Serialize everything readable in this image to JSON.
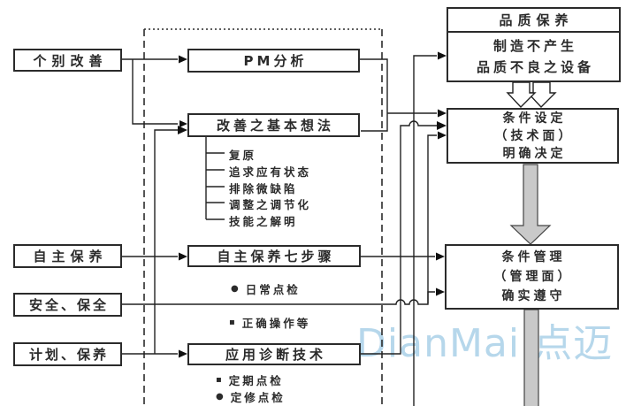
{
  "watermark": {
    "text": "DianMai 点迈",
    "color": "#b6d7eb"
  },
  "colors": {
    "line": "#222222",
    "box_border": "#2b2b2b",
    "gray_arrow_fill": "#c9c9c9",
    "watermark_blue": "#b6d7eb"
  },
  "left_boxes": [
    {
      "label": "个别改善"
    },
    {
      "label": "自主保养"
    },
    {
      "label": "安全、保全"
    },
    {
      "label": "计划、保养"
    }
  ],
  "middle_boxes": [
    {
      "label": "PM分析"
    },
    {
      "label": "改善之基本想法"
    },
    {
      "label": "自主保养七步骤"
    },
    {
      "label": "应用诊断技术"
    }
  ],
  "improvement_principles": [
    "复原",
    "追求应有状态",
    "排除微缺陷",
    "调整之调节化",
    "技能之解明"
  ],
  "notes": [
    {
      "marker": "●",
      "label": "日常点检"
    },
    {
      "marker": "▪",
      "label": "正确操作等"
    },
    {
      "marker": "▪",
      "label": "定期点检"
    },
    {
      "marker": "●",
      "label": "定修点检"
    }
  ],
  "right_boxes": {
    "quality": {
      "title": "品质保养",
      "body_line1": "制造不产生",
      "body_line2": "品质不良之设备"
    },
    "condition_setting": {
      "line1": "条件设定",
      "line2": "（技术面）",
      "line3": "明确决定"
    },
    "condition_management": {
      "line1": "条件管理",
      "line2": "（管理面）",
      "line3": "确实遵守"
    }
  }
}
